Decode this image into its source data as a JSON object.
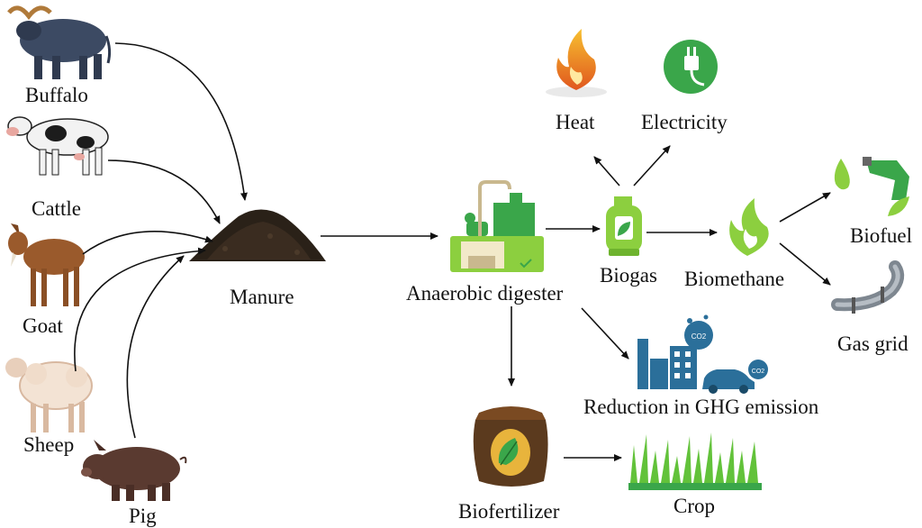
{
  "animals": {
    "buffalo": "Buffalo",
    "cattle": "Cattle",
    "goat": "Goat",
    "sheep": "Sheep",
    "pig": "Pig"
  },
  "nodes": {
    "manure": "Manure",
    "digester": "Anaerobic digester",
    "biogas": "Biogas",
    "biomethane": "Biomethane",
    "heat": "Heat",
    "electricity": "Electricity",
    "biofuel": "Biofuel",
    "gas_grid": "Gas grid",
    "ghg": "Reduction  in GHG emission",
    "biofertilizer": "Biofertilizer",
    "crop": "Crop",
    "co2_badge": "CO2"
  },
  "colors": {
    "green_light": "#8ccf3f",
    "green_dark": "#3aa64a",
    "industry_blue": "#2b6f9a",
    "sack_brown": "#5b3a1e",
    "arrow": "#111111"
  }
}
